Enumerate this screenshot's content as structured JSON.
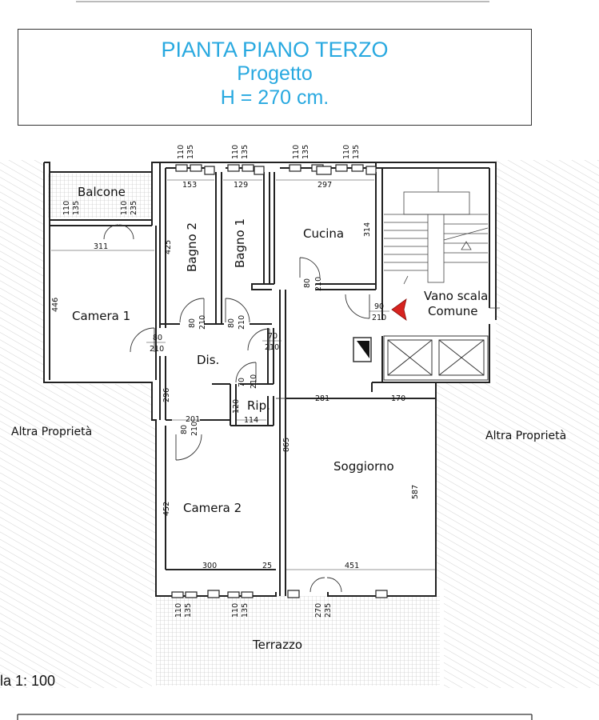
{
  "title": {
    "line1": "PIANTA PIANO TERZO",
    "line2": "Progetto",
    "line3": "H = 270 cm."
  },
  "rooms": {
    "balcone": "Balcone",
    "camera1": "Camera 1",
    "bagno2": "Bagno 2",
    "bagno1": "Bagno 1",
    "cucina": "Cucina",
    "vano_scala_1": "Vano scala",
    "vano_scala_2": "Comune",
    "dis": "Dis.",
    "rip": "Rip.",
    "soggiorno": "Soggiorno",
    "camera2": "Camera 2",
    "terrazzo": "Terrazzo"
  },
  "neighbors": {
    "left": "Altra Proprietà",
    "right": "Altra Proprietà"
  },
  "scale_label": "la 1: 100",
  "dimensions": {
    "top_win1_a": "110",
    "top_win1_b": "135",
    "top_win2_a": "110",
    "top_win2_b": "135",
    "top_win3_a": "110",
    "top_win3_b": "135",
    "top_win4_a": "110",
    "top_win4_b": "135",
    "bagno2_w": "153",
    "bagno1_w": "129",
    "cucina_w": "297",
    "bal_win1_a": "110",
    "bal_win1_b": "135",
    "bal_win2_a": "110",
    "bal_win2_b": "235",
    "cam1_w": "311",
    "bagno2_h": "425",
    "cucina_h": "314",
    "cam1_h": "446",
    "door_cucina_a": "80",
    "door_cucina_b": "210",
    "door_scala_a": "90",
    "door_scala_b": "210",
    "door_b2_a": "80",
    "door_b2_b": "210",
    "door_b1_a": "80",
    "door_b1_b": "210",
    "door_cam1_a": "80",
    "door_cam1_b": "210",
    "door_dis_a": "70",
    "door_dis_b": "210",
    "door_rip_a": "70",
    "door_rip_b": "210",
    "dis_h": "296",
    "rip_h": "120",
    "rip_w": "114",
    "dis_w": "201",
    "door_cam2_a": "80",
    "door_cam2_b": "210",
    "sog_w1": "281",
    "sog_w2": "170",
    "sog_h_total": "865",
    "sog_h": "587",
    "cam2_h": "452",
    "cam2_w": "300",
    "wall_25": "25",
    "sog_w": "451",
    "bot_win1_a": "110",
    "bot_win1_b": "135",
    "bot_win2_a": "110",
    "bot_win2_b": "135",
    "bot_win3_a": "270",
    "bot_win3_b": "235"
  },
  "colors": {
    "title": "#29a9e0",
    "wall": "#222222",
    "hatch": "#c8c8c8",
    "arrow": "#d7231f"
  }
}
